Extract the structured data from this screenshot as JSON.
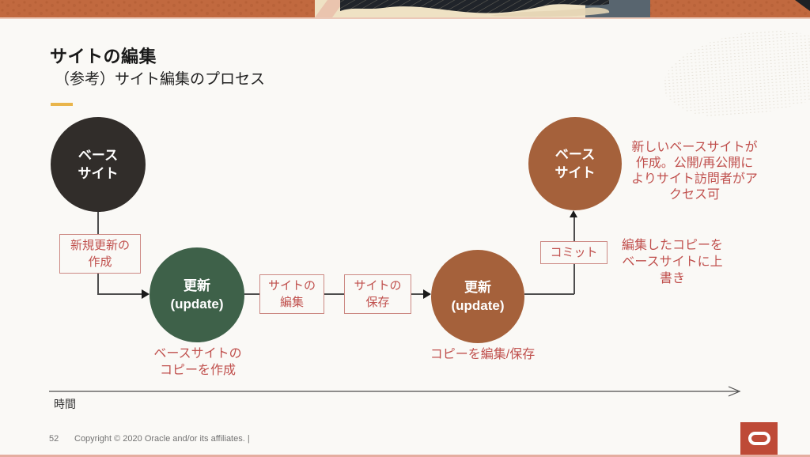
{
  "slide": {
    "title": "サイトの編集",
    "subtitle": "（参考）サイト編集のプロセス",
    "timeline_label": "時間",
    "page_number": "52",
    "copyright": "Copyright © 2020 Oracle and/or its affiliates. |"
  },
  "diagram": {
    "node_base_left": {
      "line1": "ベース",
      "line2": "サイト"
    },
    "label_new_update": {
      "line1": "新規更新の",
      "line2": "作成"
    },
    "node_update_green": {
      "line1": "更新",
      "line2": "(update)"
    },
    "caption_green": {
      "line1": "ベースサイトの",
      "line2": "コピーを作成"
    },
    "label_edit": {
      "line1": "サイトの",
      "line2": "編集"
    },
    "label_save": {
      "line1": "サイトの",
      "line2": "保存"
    },
    "node_update_brown": {
      "line1": "更新",
      "line2": "(update)"
    },
    "caption_brown": "コピーを編集/保存",
    "label_commit": "コミット",
    "node_base_right": {
      "line1": "ベース",
      "line2": "サイト"
    },
    "note_new_base": {
      "line1": "新しいベースサイトが",
      "line2": "作成。公開/再公開に",
      "line3": "よりサイト訪問者がア",
      "line4": "クセス可"
    },
    "note_commit": {
      "line1": "編集したコピーを",
      "line2": "ベースサイトに上",
      "line3": "書き"
    }
  },
  "colors": {
    "accent_gold": "#E9B54B",
    "node_dark": "#312D2A",
    "node_green": "#3E6149",
    "node_brown": "#A5613B",
    "label_red": "#C0504D",
    "label_border": "#CC8983",
    "connector": "#4D4D4D",
    "logo_red": "#BE4A37",
    "strip_orange": "#C1693F",
    "strip_cream": "#EFE2C4",
    "strip_slate": "#58656F",
    "bottom_border": "#E5ADA0",
    "background": "#FAF9F6"
  }
}
